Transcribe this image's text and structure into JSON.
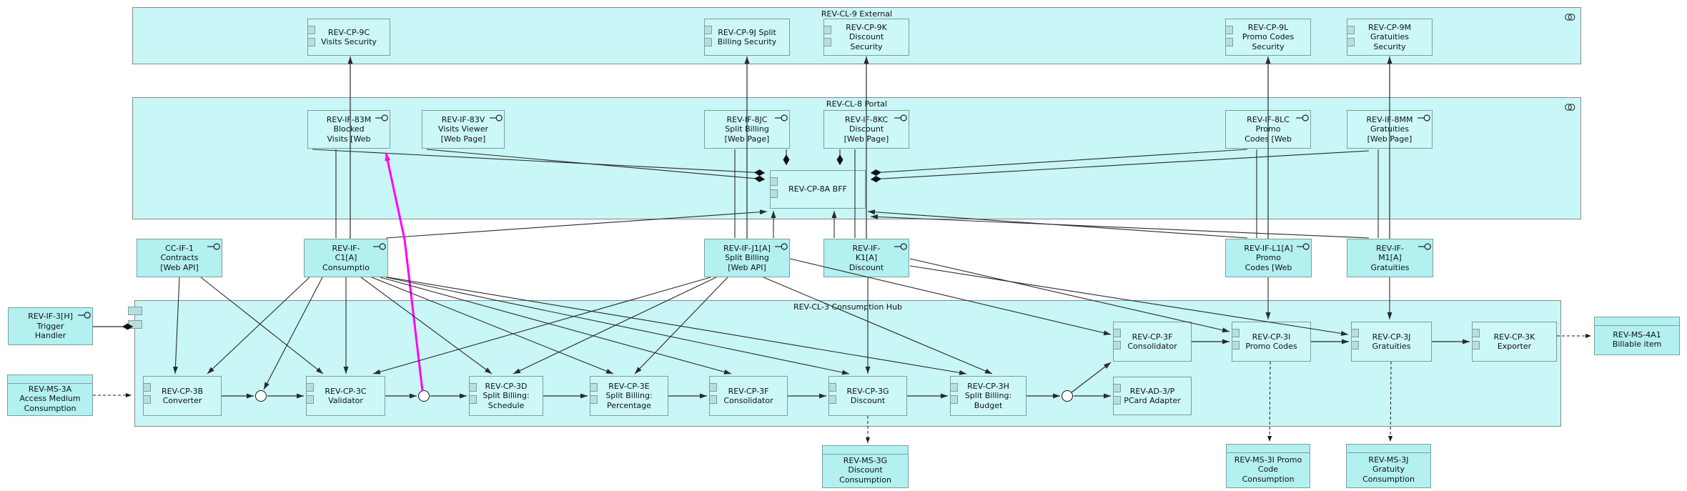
{
  "diagram_title": "Revenue components diagram",
  "colors": {
    "container_fill": "#c9f6f6",
    "node_fill": "#cdf8f8",
    "standalone_fill": "#b3f0f0",
    "tab_fill": "#b7dfdf",
    "border": "#7d9e9e",
    "line": "#2a2a2a",
    "highlight_line": "#ff00ff",
    "background": "#ffffff"
  },
  "icons": [
    {
      "name": "component-icon",
      "meaning": "UML component tabs on left edge"
    },
    {
      "name": "interface-lollipop-icon",
      "meaning": "provided interface lollipop"
    },
    {
      "name": "nested-circles-icon",
      "meaning": "marker in container top-right corner"
    },
    {
      "name": "junction-node",
      "meaning": "flow junction circle"
    },
    {
      "name": "composition-diamond",
      "meaning": "filled diamond connector end"
    }
  ],
  "bands": [
    {
      "id": "external",
      "title": "REV-CL-9 External",
      "corner_icon": true
    },
    {
      "id": "portal",
      "title": "REV-CL-8 Portal",
      "corner_icon": true
    },
    {
      "id": "hub",
      "title": "REV-CL-3 Consumption Hub",
      "corner_icon": false
    }
  ],
  "nodes": [
    {
      "id": "cp9c",
      "kind": "component",
      "standalone": false,
      "lines": [
        "REV-CP-9C",
        "Visits Security"
      ]
    },
    {
      "id": "cp9j",
      "kind": "component",
      "standalone": false,
      "lines": [
        "REV-CP-9J Split",
        "Billing Security"
      ]
    },
    {
      "id": "cp9k",
      "kind": "component",
      "standalone": false,
      "lines": [
        "REV-CP-9K",
        "Discount",
        "Security"
      ]
    },
    {
      "id": "cp9l",
      "kind": "component",
      "standalone": false,
      "lines": [
        "REV-CP-9L",
        "Promo Codes",
        "Security"
      ]
    },
    {
      "id": "cp9m",
      "kind": "component",
      "standalone": false,
      "lines": [
        "REV-CP-9M",
        "Gratuities",
        "Security"
      ]
    },
    {
      "id": "if83m",
      "kind": "interface",
      "standalone": false,
      "lines": [
        "REV-IF-83M",
        "Blocked",
        "Visits [Web"
      ]
    },
    {
      "id": "if83v",
      "kind": "interface",
      "standalone": false,
      "lines": [
        "REV-IF-83V",
        "Visits Viewer",
        "[Web Page]"
      ]
    },
    {
      "id": "if8jc",
      "kind": "interface",
      "standalone": false,
      "lines": [
        "REV-IF-8JC",
        "Split Billing",
        "[Web Page]"
      ]
    },
    {
      "id": "if8kc",
      "kind": "interface",
      "standalone": false,
      "lines": [
        "REV-IF-8KC",
        "Discount",
        "[Web Page]"
      ]
    },
    {
      "id": "cp8a",
      "kind": "component",
      "standalone": false,
      "lines": [
        "REV-CP-8A BFF"
      ]
    },
    {
      "id": "if8lc",
      "kind": "interface",
      "standalone": false,
      "lines": [
        "REV-IF-8LC",
        "Promo",
        "Codes [Web"
      ]
    },
    {
      "id": "if8mm",
      "kind": "interface",
      "standalone": false,
      "lines": [
        "REV-IF-8MM",
        "Gratuities",
        "[Web Page]"
      ]
    },
    {
      "id": "ccif1",
      "kind": "interface",
      "standalone": true,
      "lines": [
        "CC-IF-1",
        "Contracts",
        "[Web API]"
      ]
    },
    {
      "id": "ifc1",
      "kind": "interface",
      "standalone": true,
      "lines": [
        "REV-IF-",
        "C1[A]",
        "Consumptio"
      ]
    },
    {
      "id": "ifj1",
      "kind": "interface",
      "standalone": true,
      "lines": [
        "REV-IF-J1[A]",
        "Split Billing",
        "[Web API]"
      ]
    },
    {
      "id": "ifk1",
      "kind": "interface",
      "standalone": true,
      "lines": [
        "REV-IF-",
        "K1[A]",
        "Discount"
      ]
    },
    {
      "id": "ifl1",
      "kind": "interface",
      "standalone": true,
      "lines": [
        "REV-IF-L1[A]",
        "Promo",
        "Codes [Web"
      ]
    },
    {
      "id": "ifm1",
      "kind": "interface",
      "standalone": true,
      "lines": [
        "REV-IF-",
        "M1[A]",
        "Gratuities"
      ]
    },
    {
      "id": "if3h",
      "kind": "interface",
      "standalone": true,
      "lines": [
        "REV-IF-3[H]",
        "Trigger",
        "Handler"
      ]
    },
    {
      "id": "ms3a",
      "kind": "object",
      "standalone": true,
      "lines": [
        "REV-MS-3A",
        "Access Medium",
        "Consumption"
      ]
    },
    {
      "id": "cp3b",
      "kind": "component",
      "standalone": false,
      "lines": [
        "REV-CP-3B",
        "Converter"
      ]
    },
    {
      "id": "cp3c",
      "kind": "component",
      "standalone": false,
      "lines": [
        "REV-CP-3C",
        "Validator"
      ]
    },
    {
      "id": "cp3d",
      "kind": "component",
      "standalone": false,
      "lines": [
        "REV-CP-3D",
        "Split Billing:",
        "Schedule"
      ]
    },
    {
      "id": "cp3e",
      "kind": "component",
      "standalone": false,
      "lines": [
        "REV-CP-3E",
        "Split Billing:",
        "Percentage"
      ]
    },
    {
      "id": "cp3f",
      "kind": "component",
      "standalone": false,
      "lines": [
        "REV-CP-3F",
        "Consolidator"
      ]
    },
    {
      "id": "cp3g",
      "kind": "component",
      "standalone": false,
      "lines": [
        "REV-CP-3G",
        "Discount"
      ]
    },
    {
      "id": "cp3h",
      "kind": "component",
      "standalone": false,
      "lines": [
        "REV-CP-3H",
        "Split Billing:",
        "Budget"
      ]
    },
    {
      "id": "ad3p",
      "kind": "component",
      "standalone": false,
      "lines": [
        "REV-AD-3/P",
        "PCard Adapter"
      ]
    },
    {
      "id": "cp3f2",
      "kind": "component",
      "standalone": false,
      "lines": [
        "REV-CP-3F",
        "Consolidator"
      ]
    },
    {
      "id": "cp3i",
      "kind": "component",
      "standalone": false,
      "lines": [
        "REV-CP-3I",
        "Promo Codes"
      ]
    },
    {
      "id": "cp3j",
      "kind": "component",
      "standalone": false,
      "lines": [
        "REV-CP-3J",
        "Gratuities"
      ]
    },
    {
      "id": "cp3k",
      "kind": "component",
      "standalone": false,
      "lines": [
        "REV-CP-3K",
        "Exporter"
      ]
    },
    {
      "id": "ms3g",
      "kind": "object",
      "standalone": true,
      "lines": [
        "REV-MS-3G",
        "Discount",
        "Consumption"
      ]
    },
    {
      "id": "ms3i",
      "kind": "object",
      "standalone": true,
      "lines": [
        "REV-MS-3I Promo",
        "Code",
        "Consumption"
      ]
    },
    {
      "id": "ms3j",
      "kind": "object",
      "standalone": true,
      "lines": [
        "REV-MS-3J",
        "Gratuity",
        "Consumption"
      ]
    },
    {
      "id": "ms4a1",
      "kind": "object",
      "standalone": true,
      "lines": [
        "REV-MS-4A1",
        "Billable item"
      ]
    }
  ]
}
